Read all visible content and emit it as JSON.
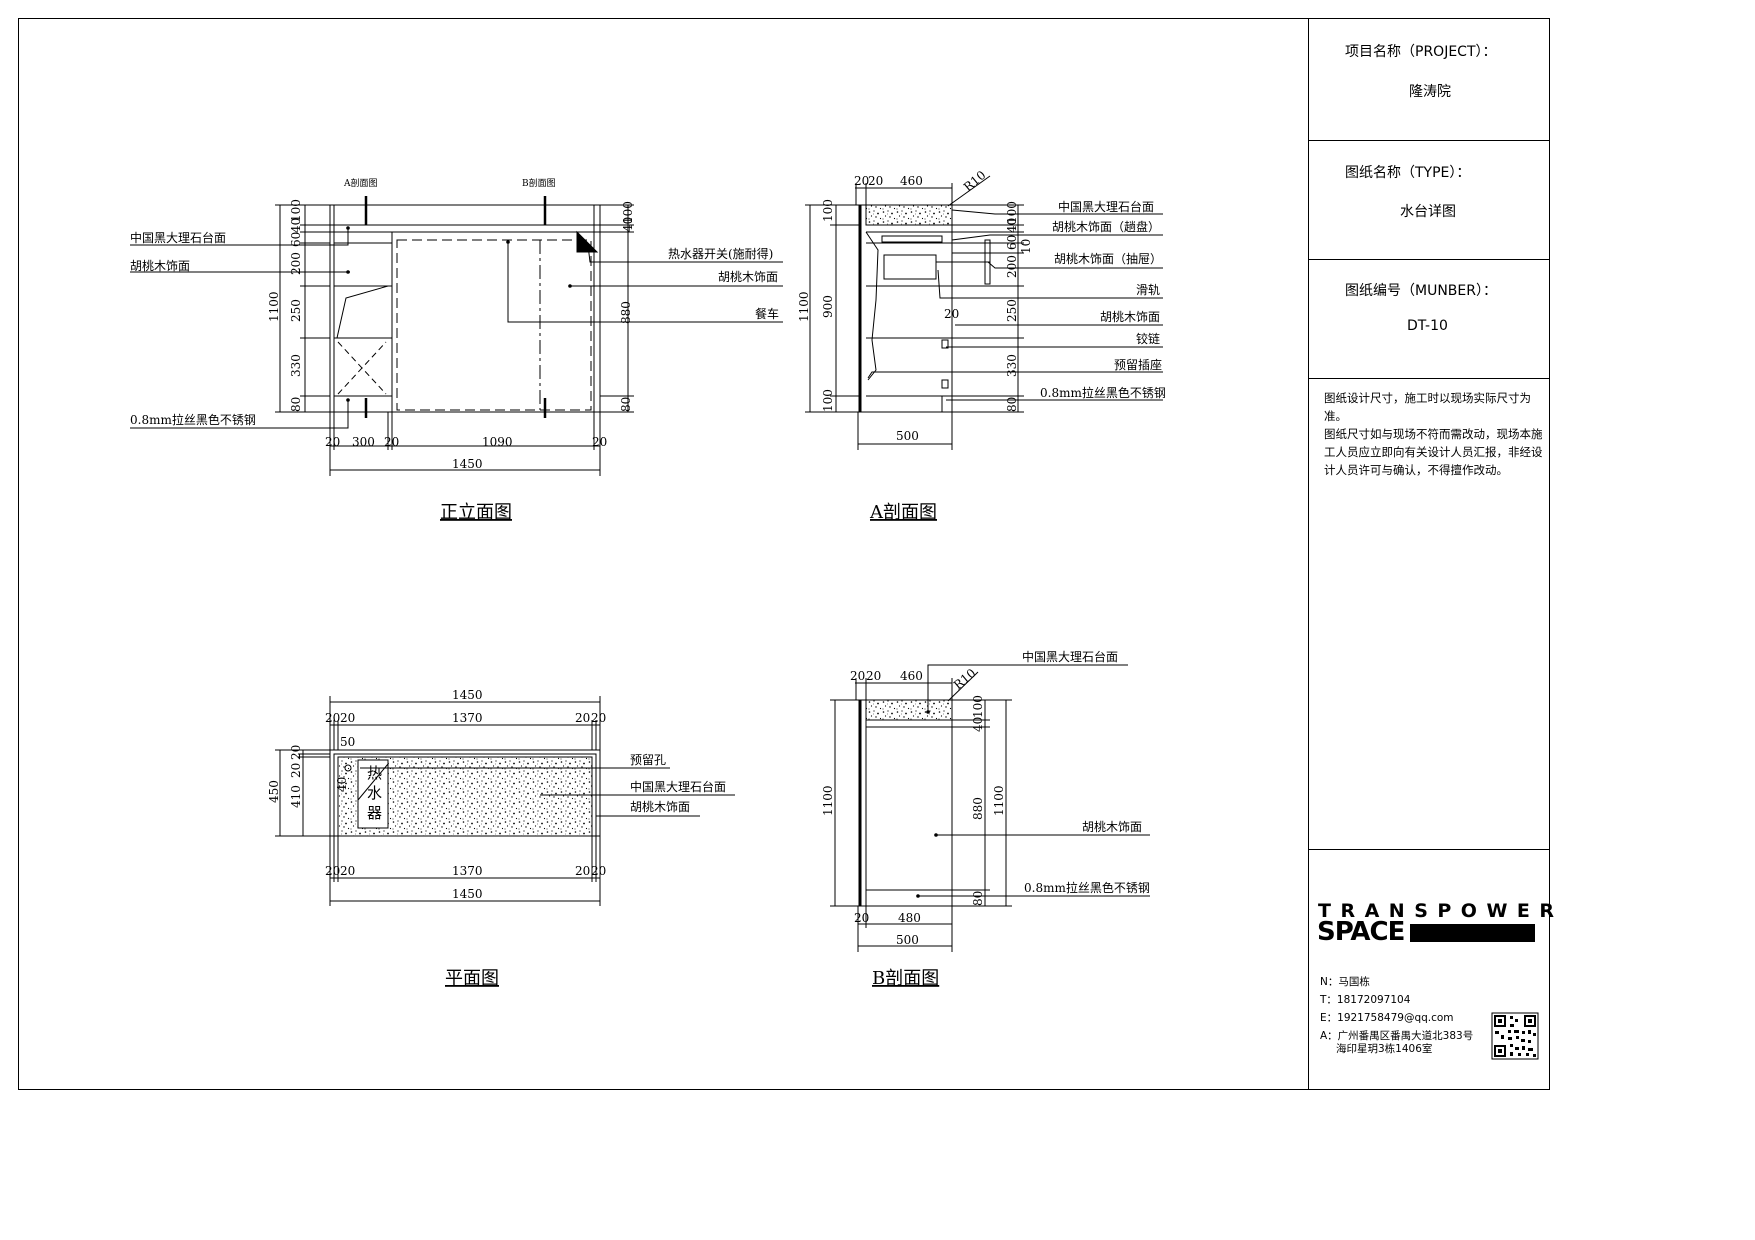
{
  "title_block": {
    "project_label": "项目名称（PROJECT）：",
    "project_value": "隆涛院",
    "type_label": "图纸名称（TYPE）：",
    "type_value": "水台详图",
    "number_label": "图纸编号（MUNBER）：",
    "number_value": "DT-10",
    "notes": [
      "图纸设计尺寸，施工时以现场实际尺寸为准。",
      "图纸尺寸如与现场不符而需改动，现场本施",
      "工人员应立即向有关设计人员汇报，非经设",
      "计人员许可与确认，不得擅作改动。"
    ],
    "logo_line1": "TRANSPOWER",
    "logo_line2": "SPACE",
    "contact": {
      "name": "N：马国栋",
      "tel": "T：18172097104",
      "email": "E：1921758479@qq.com",
      "address1": "A：广州番禺区番禺大道北383号",
      "address2": "海印星玥3栋1406室"
    }
  },
  "drawings": {
    "front": {
      "title": "正立面图",
      "section_a_mark": "A剖面图",
      "section_b_mark": "B剖面图",
      "labels": [
        "中国黑大理石台面",
        "胡桃木饰面",
        "0.8mm拉丝黑色不锈钢",
        "热水器开关(施耐得)",
        "胡桃木饰面",
        "餐车"
      ],
      "dims_left": [
        "100",
        "40",
        "60",
        "200",
        "250",
        "330",
        "80"
      ],
      "dim_total_height": "1100",
      "dims_right": [
        "100",
        "40",
        "880",
        "80"
      ],
      "dims_bottom": [
        "20",
        "300",
        "20",
        "1090",
        "20"
      ],
      "dim_total_width": "1450"
    },
    "section_a": {
      "title": "A剖面图",
      "labels": [
        "中国黑大理石台面",
        "胡桃木饰面（趟盘）",
        "胡桃木饰面（抽屉）",
        "滑轨",
        "胡桃木饰面",
        "铰链",
        "预留插座",
        "0.8mm拉丝黑色不锈钢"
      ],
      "dims_top": [
        "20",
        "20",
        "460"
      ],
      "radius": "R10",
      "dims_left": [
        "100",
        "900",
        "100"
      ],
      "dim_total_height": "1100",
      "dims_right": [
        "100",
        "40",
        "60",
        "10",
        "200",
        "250",
        "330",
        "80"
      ],
      "dim_inner": "20",
      "dim_bottom": "500"
    },
    "plan": {
      "title": "平面图",
      "labels": [
        "预留孔",
        "中国黑大理石台面",
        "胡桃木饰面"
      ],
      "heater_text": [
        "热",
        "水",
        "器"
      ],
      "dims_top_total": "1450",
      "dims_top": [
        "20",
        "20",
        "1370",
        "20",
        "20"
      ],
      "dims_bottom": [
        "20",
        "20",
        "1370",
        "20",
        "20"
      ],
      "dims_bottom_total": "1450",
      "dims_left": [
        "20",
        "20",
        "410"
      ],
      "dim_total_depth": "450",
      "dim_hole": "50",
      "dim_hole_2": "40"
    },
    "section_b": {
      "title": "B剖面图",
      "labels": [
        "中国黑大理石台面",
        "胡桃木饰面",
        "0.8mm拉丝黑色不锈钢"
      ],
      "dims_top": [
        "20",
        "20",
        "460"
      ],
      "radius": "R10",
      "dim_total_height": "1100",
      "dims_right": [
        "100",
        "40",
        "880",
        "80"
      ],
      "dim_total_height_right": "1100",
      "dims_bottom": [
        "20",
        "480"
      ],
      "dim_bottom_total": "500"
    }
  }
}
